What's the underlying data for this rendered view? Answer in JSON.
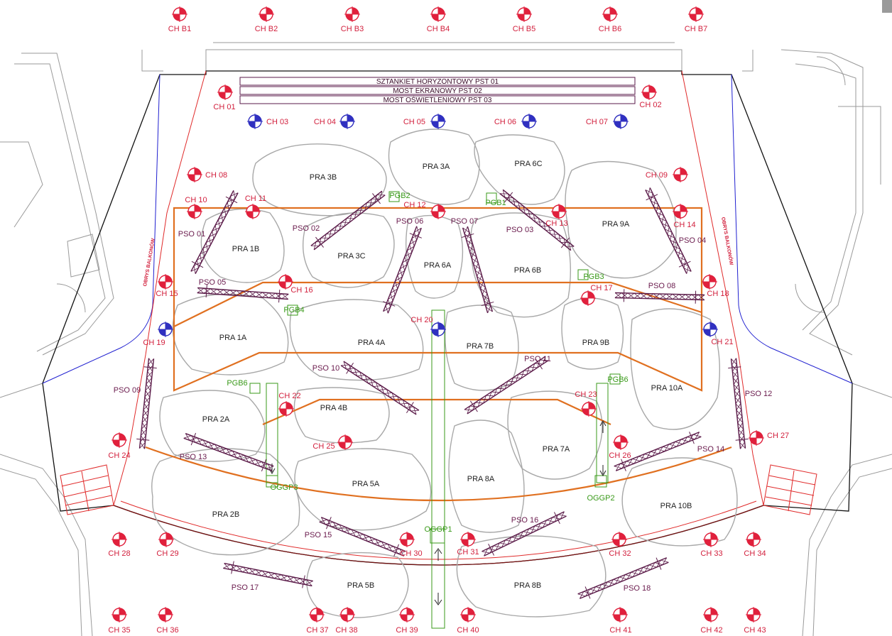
{
  "title_bars": [
    "SZTANKIET HORYZONTOWY PST 01",
    "MOST EKRANOWY PST 02",
    "MOST OŚWIETLENIOWY PST 03"
  ],
  "side_labels": {
    "left": "OBRYS BALKONÓW",
    "right": "OBRYS BALKONÓW"
  },
  "colors": {
    "hoist_red": "#e0203c",
    "hoist_blue": "#3030c0",
    "truss": "#5a1a48",
    "stage_outline": "#e07020",
    "balcony_line": "#2020d0",
    "cloud_outline": "#a8a8a8",
    "green": "#3a9a1a"
  },
  "hoists": [
    {
      "id": "ch_b1",
      "label": "CH B1",
      "color": "red"
    },
    {
      "id": "ch_b2",
      "label": "CH B2",
      "color": "red"
    },
    {
      "id": "ch_b3",
      "label": "CH B3",
      "color": "red"
    },
    {
      "id": "ch_b4",
      "label": "CH B4",
      "color": "red"
    },
    {
      "id": "ch_b5",
      "label": "CH B5",
      "color": "red"
    },
    {
      "id": "ch_b6",
      "label": "CH B6",
      "color": "red"
    },
    {
      "id": "ch_b7",
      "label": "CH B7",
      "color": "red"
    },
    {
      "id": "ch_01",
      "label": "CH 01",
      "color": "red"
    },
    {
      "id": "ch_02",
      "label": "CH 02",
      "color": "red"
    },
    {
      "id": "ch_03",
      "label": "CH 03",
      "color": "blue"
    },
    {
      "id": "ch_04",
      "label": "CH 04",
      "color": "blue"
    },
    {
      "id": "ch_05",
      "label": "CH 05",
      "color": "blue"
    },
    {
      "id": "ch_06",
      "label": "CH 06",
      "color": "blue"
    },
    {
      "id": "ch_07",
      "label": "CH 07",
      "color": "blue"
    },
    {
      "id": "ch_08",
      "label": "CH 08",
      "color": "red"
    },
    {
      "id": "ch_09",
      "label": "CH 09",
      "color": "red"
    },
    {
      "id": "ch_10",
      "label": "CH 10",
      "color": "red"
    },
    {
      "id": "ch_11",
      "label": "CH 11",
      "color": "red"
    },
    {
      "id": "ch_12",
      "label": "CH 12",
      "color": "red"
    },
    {
      "id": "ch_13",
      "label": "CH 13",
      "color": "red"
    },
    {
      "id": "ch_14",
      "label": "CH 14",
      "color": "red"
    },
    {
      "id": "ch_15",
      "label": "CH 15",
      "color": "red"
    },
    {
      "id": "ch_16",
      "label": "CH 16",
      "color": "red"
    },
    {
      "id": "ch_17",
      "label": "CH 17",
      "color": "red"
    },
    {
      "id": "ch_18",
      "label": "CH 18",
      "color": "red"
    },
    {
      "id": "ch_19",
      "label": "CH 19",
      "color": "blue"
    },
    {
      "id": "ch_20",
      "label": "CH 20",
      "color": "blue"
    },
    {
      "id": "ch_21",
      "label": "CH 21",
      "color": "blue"
    },
    {
      "id": "ch_22",
      "label": "CH 22",
      "color": "red"
    },
    {
      "id": "ch_23",
      "label": "CH 23",
      "color": "red"
    },
    {
      "id": "ch_24",
      "label": "CH 24",
      "color": "red"
    },
    {
      "id": "ch_25",
      "label": "CH 25",
      "color": "red"
    },
    {
      "id": "ch_26",
      "label": "CH 26",
      "color": "red"
    },
    {
      "id": "ch_27",
      "label": "CH 27",
      "color": "red"
    },
    {
      "id": "ch_28",
      "label": "CH 28",
      "color": "red"
    },
    {
      "id": "ch_29",
      "label": "CH 29",
      "color": "red"
    },
    {
      "id": "ch_30",
      "label": "CH 30",
      "color": "red"
    },
    {
      "id": "ch_31",
      "label": "CH 31",
      "color": "red"
    },
    {
      "id": "ch_32",
      "label": "CH 32",
      "color": "red"
    },
    {
      "id": "ch_33",
      "label": "CH 33",
      "color": "red"
    },
    {
      "id": "ch_34",
      "label": "CH 34",
      "color": "red"
    },
    {
      "id": "ch_35",
      "label": "CH 35",
      "color": "red"
    },
    {
      "id": "ch_36",
      "label": "CH 36",
      "color": "red"
    },
    {
      "id": "ch_37",
      "label": "CH 37",
      "color": "red"
    },
    {
      "id": "ch_38",
      "label": "CH 38",
      "color": "red"
    },
    {
      "id": "ch_39",
      "label": "CH 39",
      "color": "red"
    },
    {
      "id": "ch_40",
      "label": "CH 40",
      "color": "red"
    },
    {
      "id": "ch_41",
      "label": "CH 41",
      "color": "red"
    },
    {
      "id": "ch_42",
      "label": "CH 42",
      "color": "red"
    },
    {
      "id": "ch_43",
      "label": "CH 43",
      "color": "red"
    }
  ],
  "reflectors": [
    {
      "id": "pra_1a",
      "label": "PRA 1A"
    },
    {
      "id": "pra_1b",
      "label": "PRA 1B"
    },
    {
      "id": "pra_2a",
      "label": "PRA 2A"
    },
    {
      "id": "pra_2b",
      "label": "PRA 2B"
    },
    {
      "id": "pra_3a",
      "label": "PRA 3A"
    },
    {
      "id": "pra_3b",
      "label": "PRA 3B"
    },
    {
      "id": "pra_3c",
      "label": "PRA 3C"
    },
    {
      "id": "pra_4a",
      "label": "PRA 4A"
    },
    {
      "id": "pra_4b",
      "label": "PRA 4B"
    },
    {
      "id": "pra_5a",
      "label": "PRA 5A"
    },
    {
      "id": "pra_5b",
      "label": "PRA 5B"
    },
    {
      "id": "pra_6a",
      "label": "PRA 6A"
    },
    {
      "id": "pra_6b",
      "label": "PRA 6B"
    },
    {
      "id": "pra_6c",
      "label": "PRA 6C"
    },
    {
      "id": "pra_7a",
      "label": "PRA 7A"
    },
    {
      "id": "pra_7b",
      "label": "PRA 7B"
    },
    {
      "id": "pra_8a",
      "label": "PRA 8A"
    },
    {
      "id": "pra_8b",
      "label": "PRA 8B"
    },
    {
      "id": "pra_9a",
      "label": "PRA 9A"
    },
    {
      "id": "pra_9b",
      "label": "PRA 9B"
    },
    {
      "id": "pra_10a",
      "label": "PRA 10A"
    },
    {
      "id": "pra_10b",
      "label": "PRA 10B"
    }
  ],
  "trusses": [
    {
      "id": "pso_01",
      "label": "PSO 01"
    },
    {
      "id": "pso_02",
      "label": "PSO 02"
    },
    {
      "id": "pso_03",
      "label": "PSO 03"
    },
    {
      "id": "pso_04",
      "label": "PSO 04"
    },
    {
      "id": "pso_05",
      "label": "PSO 05"
    },
    {
      "id": "pso_06",
      "label": "PSO 06"
    },
    {
      "id": "pso_07",
      "label": "PSO 07"
    },
    {
      "id": "pso_08",
      "label": "PSO 08"
    },
    {
      "id": "pso_09",
      "label": "PSO 09"
    },
    {
      "id": "pso_10",
      "label": "PSO 10"
    },
    {
      "id": "pso_11",
      "label": "PSO 11"
    },
    {
      "id": "pso_12",
      "label": "PSO 12"
    },
    {
      "id": "pso_13",
      "label": "PSO 13"
    },
    {
      "id": "pso_14",
      "label": "PSO 14"
    },
    {
      "id": "pso_15",
      "label": "PSO 15"
    },
    {
      "id": "pso_16",
      "label": "PSO 16"
    },
    {
      "id": "pso_17",
      "label": "PSO 17"
    },
    {
      "id": "pso_18",
      "label": "PSO 18"
    }
  ],
  "green_points": [
    {
      "id": "pgb1",
      "label": "PGB1"
    },
    {
      "id": "pgb2",
      "label": "PGB2"
    },
    {
      "id": "pgb3",
      "label": "PGB3"
    },
    {
      "id": "pgb4",
      "label": "PGB4"
    },
    {
      "id": "pgb6_left",
      "label": "PGB6"
    },
    {
      "id": "pgb6_right",
      "label": "PGB6"
    },
    {
      "id": "oggp1",
      "label": "OGGP1"
    },
    {
      "id": "oggp2",
      "label": "OGGP2"
    },
    {
      "id": "oggp3",
      "label": "OGGP3"
    }
  ]
}
